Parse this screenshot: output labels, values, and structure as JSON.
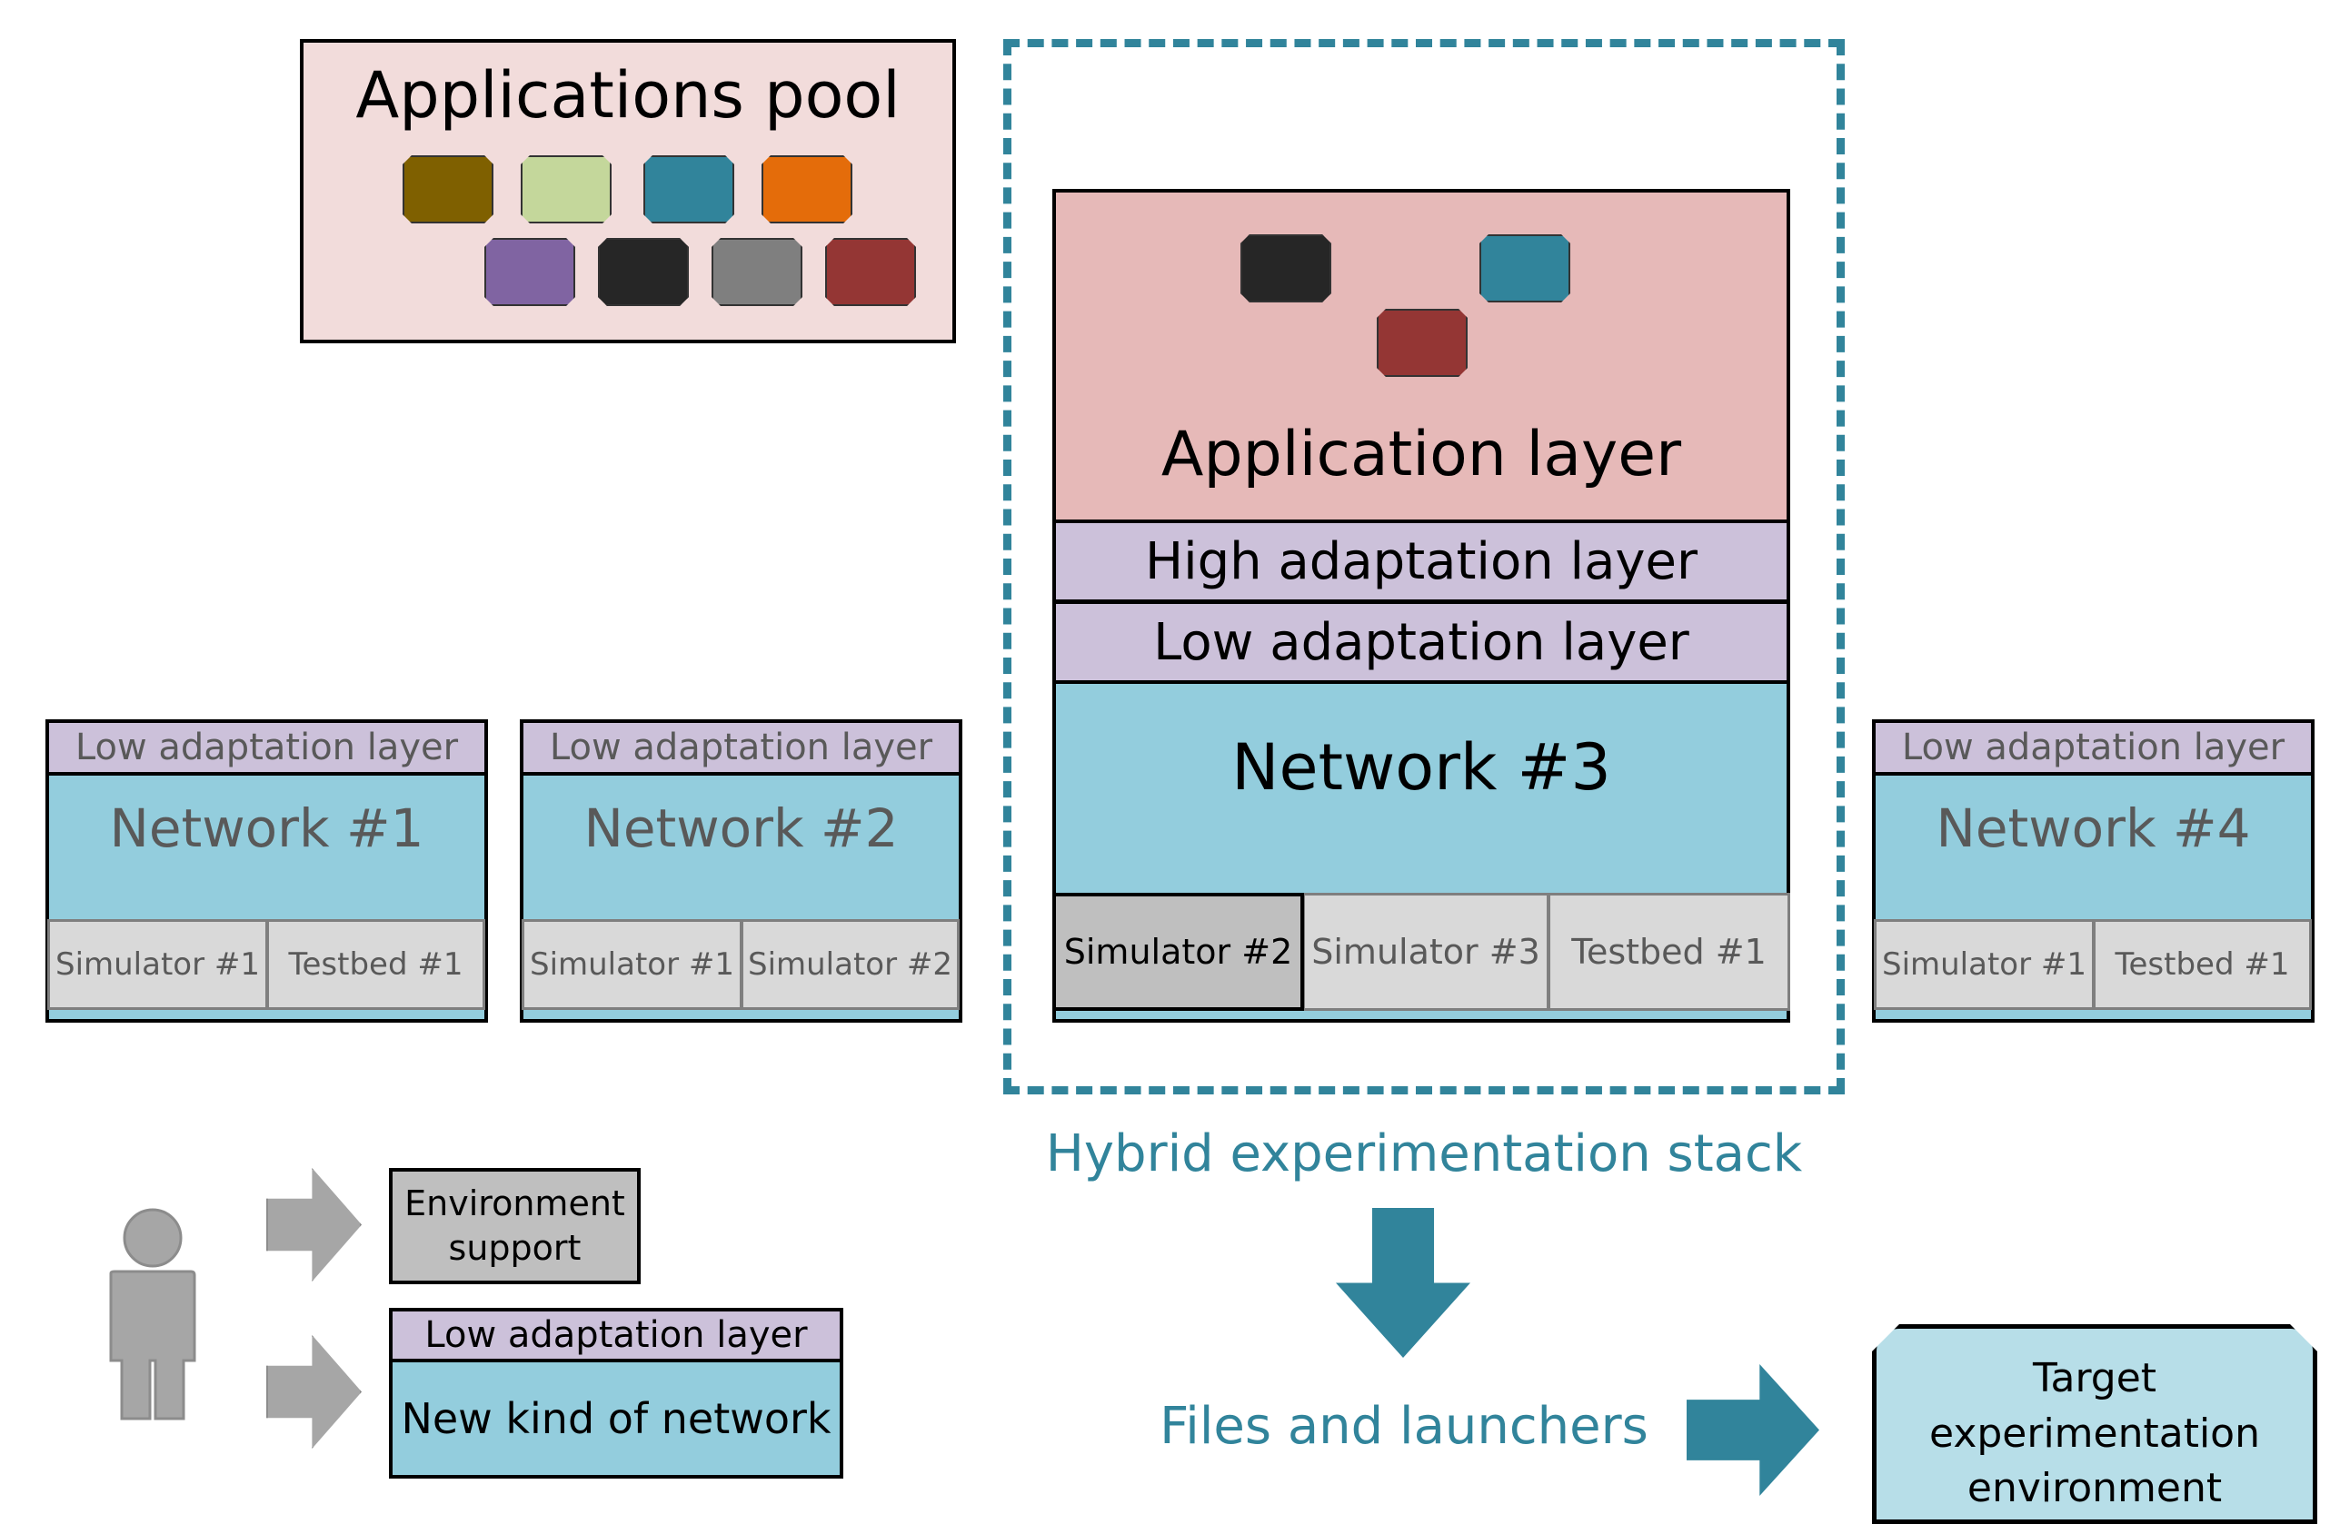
{
  "applications_pool": {
    "title": "Applications pool",
    "chip_colors": [
      "#7f6000",
      "#c4d79b",
      "#31849b",
      "#e46c0a",
      "#8064a2",
      "#262626",
      "#7f7f7f",
      "#943634"
    ]
  },
  "hybrid_stack": {
    "label": "Hybrid experimentation stack",
    "app_chip_colors": [
      "#262626",
      "#31849b",
      "#943634"
    ],
    "application_layer": "Application layer",
    "high_adaptation_layer": "High adaptation layer",
    "low_adaptation_layer": "Low adaptation layer",
    "network": "Network #3",
    "cells": [
      "Simulator #2",
      "Simulator #3",
      "Testbed #1"
    ]
  },
  "networks": [
    {
      "adaptation": "Low adaptation layer",
      "name": "Network #1",
      "cells": [
        "Simulator #1",
        "Testbed #1"
      ]
    },
    {
      "adaptation": "Low adaptation layer",
      "name": "Network #2",
      "cells": [
        "Simulator #1",
        "Simulator #2"
      ]
    },
    {
      "adaptation": "Low adaptation layer",
      "name": "Network #4",
      "cells": [
        "Simulator #1",
        "Testbed #1"
      ]
    }
  ],
  "user_contributions": {
    "environment_support": "Environment support",
    "new_network_adaptation": "Low adaptation layer",
    "new_network": "New kind of network"
  },
  "output": {
    "files_and_launchers": "Files and launchers",
    "target": "Target experimentation environment"
  },
  "colors": {
    "accent_teal": "#31849b",
    "network_blue": "#93cddd",
    "adaptation_lilac": "#ccc1da",
    "application_pink": "#e6b9b8",
    "pool_pink": "#f2dcdb",
    "cell_gray": "#d9d9d9"
  }
}
